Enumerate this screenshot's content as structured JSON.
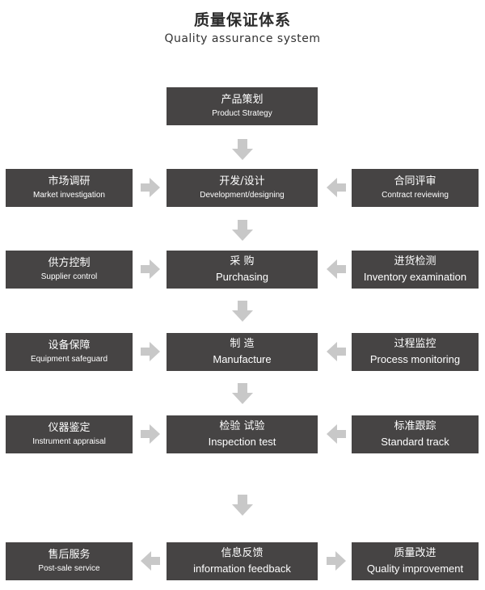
{
  "title": {
    "zh": "质量保证体系",
    "en": "Quality assurance system"
  },
  "nodes": {
    "product_strategy": {
      "zh": "产品策划",
      "en": "Product Strategy"
    },
    "market_investigation": {
      "zh": "市场调研",
      "en": "Market investigation"
    },
    "development": {
      "zh": "开发/设计",
      "en": "Development/designing"
    },
    "contract_reviewing": {
      "zh": "合同评审",
      "en": "Contract reviewing"
    },
    "supplier_control": {
      "zh": "供方控制",
      "en": "Supplier control"
    },
    "purchasing": {
      "zh": "采 购",
      "en": "Purchasing"
    },
    "inventory_examination": {
      "zh": "进货检测",
      "en": "Inventory examination"
    },
    "equipment_safeguard": {
      "zh": "设备保障",
      "en": "Equipment safeguard"
    },
    "manufacture": {
      "zh": "制 造",
      "en": "Manufacture"
    },
    "process_monitoring": {
      "zh": "过程监控",
      "en": "Process monitoring"
    },
    "instrument_appraisal": {
      "zh": "仪器鉴定",
      "en": "Instrument appraisal"
    },
    "inspection_test": {
      "zh": "检验 试验",
      "en": "Inspection test"
    },
    "standard_track": {
      "zh": "标准跟踪",
      "en": "Standard track"
    },
    "post_sale_service": {
      "zh": "售后服务",
      "en": "Post-sale service"
    },
    "information_feedback": {
      "zh": "信息反馈",
      "en": "information feedback"
    },
    "quality_improvement": {
      "zh": "质量改进",
      "en": "Quality improvement"
    }
  },
  "colors": {
    "box": "#464444",
    "arrow": "#c8c8c8",
    "text": "#ffffff"
  }
}
